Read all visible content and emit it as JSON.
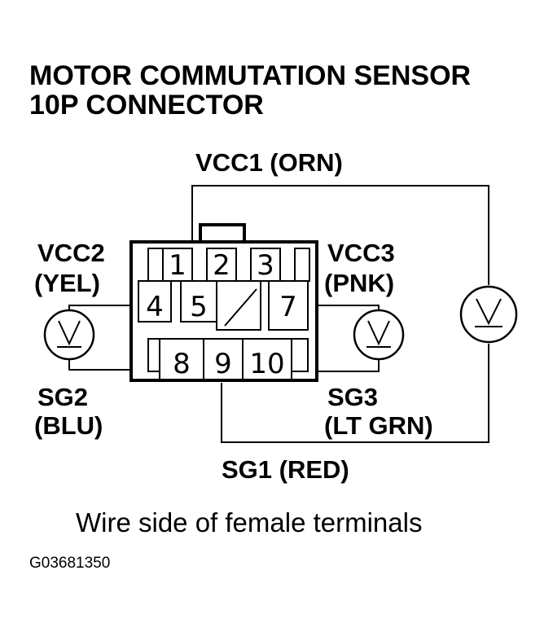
{
  "title": {
    "line1": "MOTOR COMMUTATION SENSOR",
    "line2": "10P CONNECTOR"
  },
  "labels": {
    "vcc1": "VCC1 (ORN)",
    "vcc2_name": "VCC2",
    "vcc2_color": "(YEL)",
    "vcc3_name": "VCC3",
    "vcc3_color": "(PNK)",
    "sg2_name": "SG2",
    "sg2_color": "(BLU)",
    "sg3_name": "SG3",
    "sg3_color": "(LT GRN)",
    "sg1": "SG1 (RED)"
  },
  "pins": {
    "p1": "1",
    "p2": "2",
    "p3": "3",
    "p4": "4",
    "p5": "5",
    "p7": "7",
    "p8": "8",
    "p9": "9",
    "p10": "10"
  },
  "meter_symbol": "V",
  "caption": "Wire side of female terminals",
  "figure_code": "G03681350"
}
